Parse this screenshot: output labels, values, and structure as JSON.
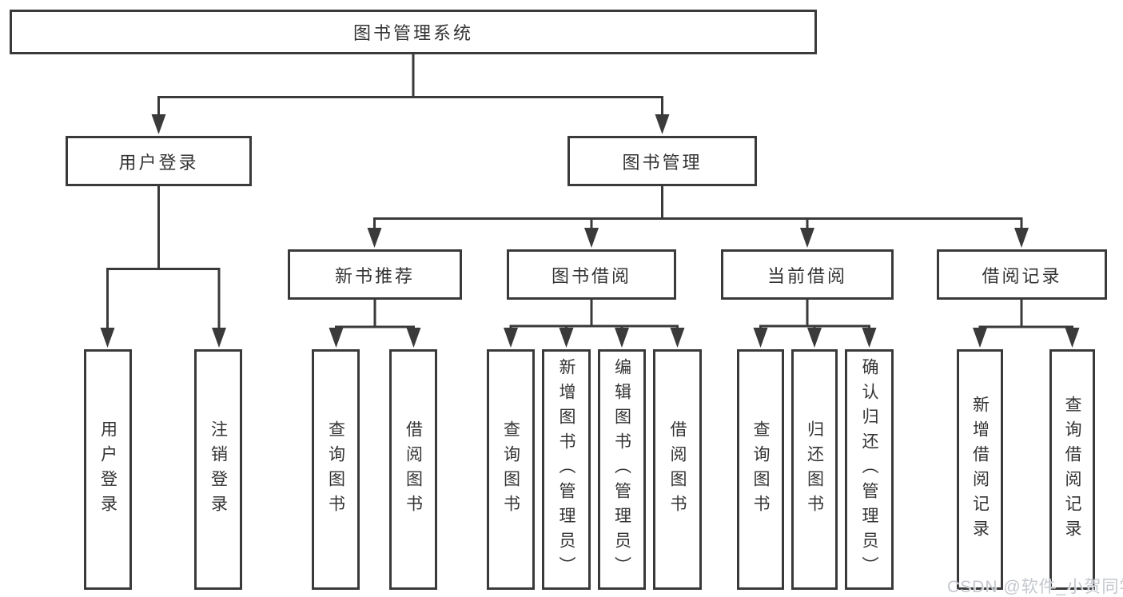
{
  "tree": {
    "root": {
      "label": "图书管理系统",
      "children": [
        {
          "label": "用户登录",
          "children": [
            {
              "label": "用户登录"
            },
            {
              "label": "注销登录"
            }
          ]
        },
        {
          "label": "图书管理",
          "children": [
            {
              "label": "新书推荐",
              "children": [
                {
                  "label": "查询图书"
                },
                {
                  "label": "借阅图书"
                }
              ]
            },
            {
              "label": "图书借阅",
              "children": [
                {
                  "label": "查询图书"
                },
                {
                  "label": "新增图书（管理员）"
                },
                {
                  "label": "编辑图书（管理员）"
                },
                {
                  "label": "借阅图书"
                }
              ]
            },
            {
              "label": "当前借阅",
              "children": [
                {
                  "label": "查询图书"
                },
                {
                  "label": "归还图书"
                },
                {
                  "label": "确认归还（管理员）"
                }
              ]
            },
            {
              "label": "借阅记录",
              "children": [
                {
                  "label": "新增借阅记录"
                },
                {
                  "label": "查询借阅记录"
                }
              ]
            }
          ]
        }
      ]
    }
  },
  "watermark": {
    "text": "CSDN @软件_小贺同学"
  },
  "colors": {
    "line": "#3a3a3a",
    "box_border": "#3a3a3a",
    "box_background": "#ffffff",
    "text": "#333333",
    "watermark_text": "#c3c7cd"
  }
}
